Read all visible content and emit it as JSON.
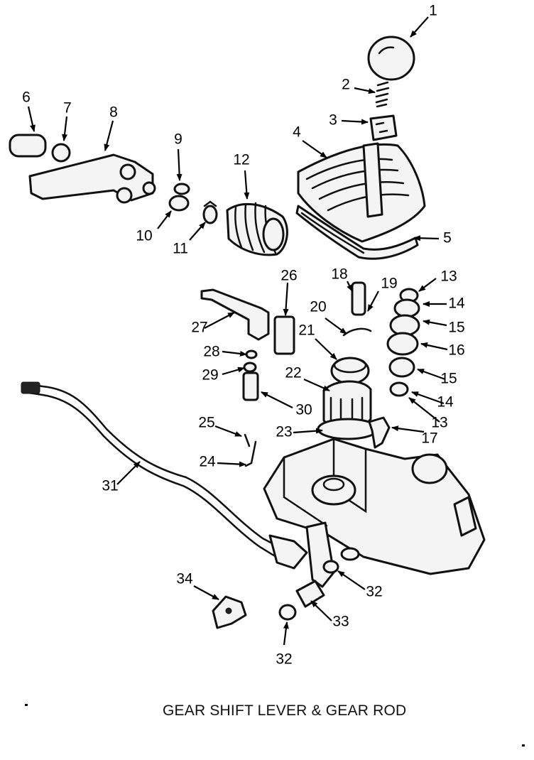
{
  "caption": "GEAR SHIFT LEVER & GEAR ROD",
  "callouts": {
    "c1": "1",
    "c2": "2",
    "c3": "3",
    "c4": "4",
    "c5": "5",
    "c6": "6",
    "c7": "7",
    "c8": "8",
    "c9": "9",
    "c10": "10",
    "c11": "11",
    "c12": "12",
    "c13a": "13",
    "c13b": "13",
    "c14a": "14",
    "c14b": "14",
    "c15a": "15",
    "c15b": "15",
    "c16": "16",
    "c17": "17",
    "c18": "18",
    "c19": "19",
    "c20": "20",
    "c21": "21",
    "c22": "22",
    "c23": "23",
    "c24": "24",
    "c25": "25",
    "c26": "26",
    "c27": "27",
    "c28": "28",
    "c29": "29",
    "c30": "30",
    "c31": "31",
    "c32a": "32",
    "c32b": "32",
    "c33": "33",
    "c34": "34"
  }
}
